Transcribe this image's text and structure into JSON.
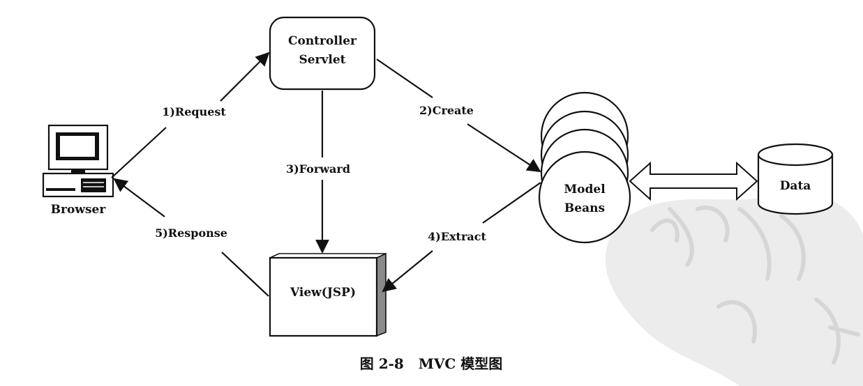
{
  "nodes": {
    "controller": {
      "line1": "Controller",
      "line2": "Servlet"
    },
    "browser": {
      "label": "Browser"
    },
    "view": {
      "label": "View(JSP)"
    },
    "model": {
      "line1": "Model",
      "line2": "Beans"
    },
    "data": {
      "label": "Data"
    }
  },
  "edges": {
    "request": "1)Request",
    "create": "2)Create",
    "forward": "3)Forward",
    "extract": "4)Extract",
    "response": "5)Response"
  },
  "caption": "图 2-8   MVC 模型图",
  "colors": {
    "ink": "#111111",
    "watermark": "#e6e6e6",
    "shadow": "#8a8a8a"
  },
  "watermark": {
    "kind": "seal-calligraphy-stamp"
  }
}
